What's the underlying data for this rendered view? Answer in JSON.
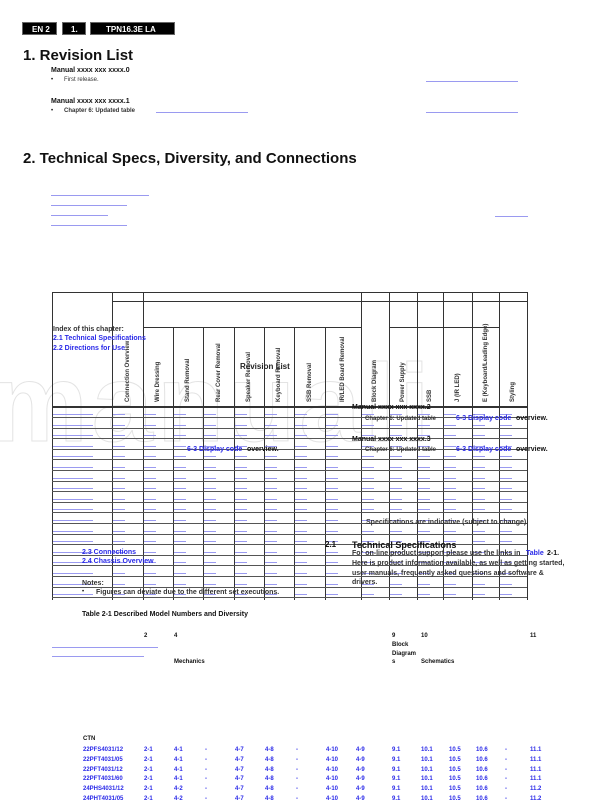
{
  "header": {
    "tags": [
      "EN 2",
      "1.",
      "TPN16.3E LA"
    ]
  },
  "rev": {
    "title": "1. Revision List",
    "m0": "Manual xxxx xxx xxxx.0",
    "m0b": "First release.",
    "m1": "Manual xxxx xxx xxxx.1",
    "m1b": "Chapter 6: Updated table",
    "bullet": "•"
  },
  "sec2": {
    "title": "2. Technical Specs, Diversity, and Connections"
  },
  "index": {
    "title": "Index of this chapter:",
    "l1": "2.1 Technical Specifications",
    "l2": "2.2 Directions for Use",
    "l3": "2.3 Connections",
    "l4": "2.4 Chassis Overview"
  },
  "grid": {
    "columns": [
      "Connection Overview",
      "Wire Dressing",
      "Stand Removal",
      "Rear Cover Removal",
      "Speaker Removal",
      "Keyboard Removal",
      "SSB Removal",
      "IR/LED Board Removal",
      "Block Diagram",
      "Power Supply",
      "SSB",
      "J (IR LED)",
      "E (Keyboard/Leading Edge)",
      "Styling"
    ]
  },
  "overlay": {
    "rev_title": "Revision List",
    "m2": "Manual xxxx xxx xxxx.2",
    "m3": "Manual xxxx xxx xxxx.3",
    "upd": "Chapter 6: Updated table",
    "display": "6-3 Display code",
    "overview": "overview.",
    "spec_note": "Specifications are indicative (subject to change).",
    "ts_num": "2.1",
    "ts_title": "Technical Specifications",
    "ts_body1": "For on-line product support please use the links in",
    "ts_table": "Table",
    "ts_ref": "2-1.",
    "ts_body2": "Here is product information available, as well as getting started,",
    "ts_body3": "user manuals, frequently asked questions and software &",
    "ts_body4": "drivers.",
    "notes": "Notes:",
    "notes_b": "Figures can deviate due to the different set executions."
  },
  "table21": {
    "caption": "Table 2-1 Described Model Numbers and Diversity",
    "h2": "2",
    "h4": "4",
    "h9": "9",
    "h10": "10",
    "h11": "11",
    "block1": "Block",
    "block2": "Diagram",
    "block3": "s",
    "mech": "Mechanics",
    "schem": "Schematics",
    "ctn": "CTN",
    "rows": [
      [
        "22PFS4031/12",
        "2-1",
        "4-1",
        "-",
        "4-7",
        "4-8",
        "-",
        "4-10",
        "4-9",
        "9.1",
        "10.1",
        "10.5",
        "10.6",
        "-",
        "11.1"
      ],
      [
        "22PFT4031/05",
        "2-1",
        "4-1",
        "-",
        "4-7",
        "4-8",
        "-",
        "4-10",
        "4-9",
        "9.1",
        "10.1",
        "10.5",
        "10.6",
        "-",
        "11.1"
      ],
      [
        "22PFT4031/12",
        "2-1",
        "4-1",
        "-",
        "4-7",
        "4-8",
        "-",
        "4-10",
        "4-9",
        "9.1",
        "10.1",
        "10.5",
        "10.6",
        "-",
        "11.1"
      ],
      [
        "22PFT4031/60",
        "2-1",
        "4-1",
        "-",
        "4-7",
        "4-8",
        "-",
        "4-10",
        "4-9",
        "9.1",
        "10.1",
        "10.5",
        "10.6",
        "-",
        "11.1"
      ],
      [
        "24PHS4031/12",
        "2-1",
        "4-2",
        "-",
        "4-7",
        "4-8",
        "-",
        "4-10",
        "4-9",
        "9.1",
        "10.1",
        "10.5",
        "10.6",
        "-",
        "11.2"
      ],
      [
        "24PHT4031/05",
        "2-1",
        "4-2",
        "-",
        "4-7",
        "4-8",
        "-",
        "4-10",
        "4-9",
        "9.1",
        "10.1",
        "10.5",
        "10.6",
        "-",
        "11.2"
      ]
    ]
  }
}
